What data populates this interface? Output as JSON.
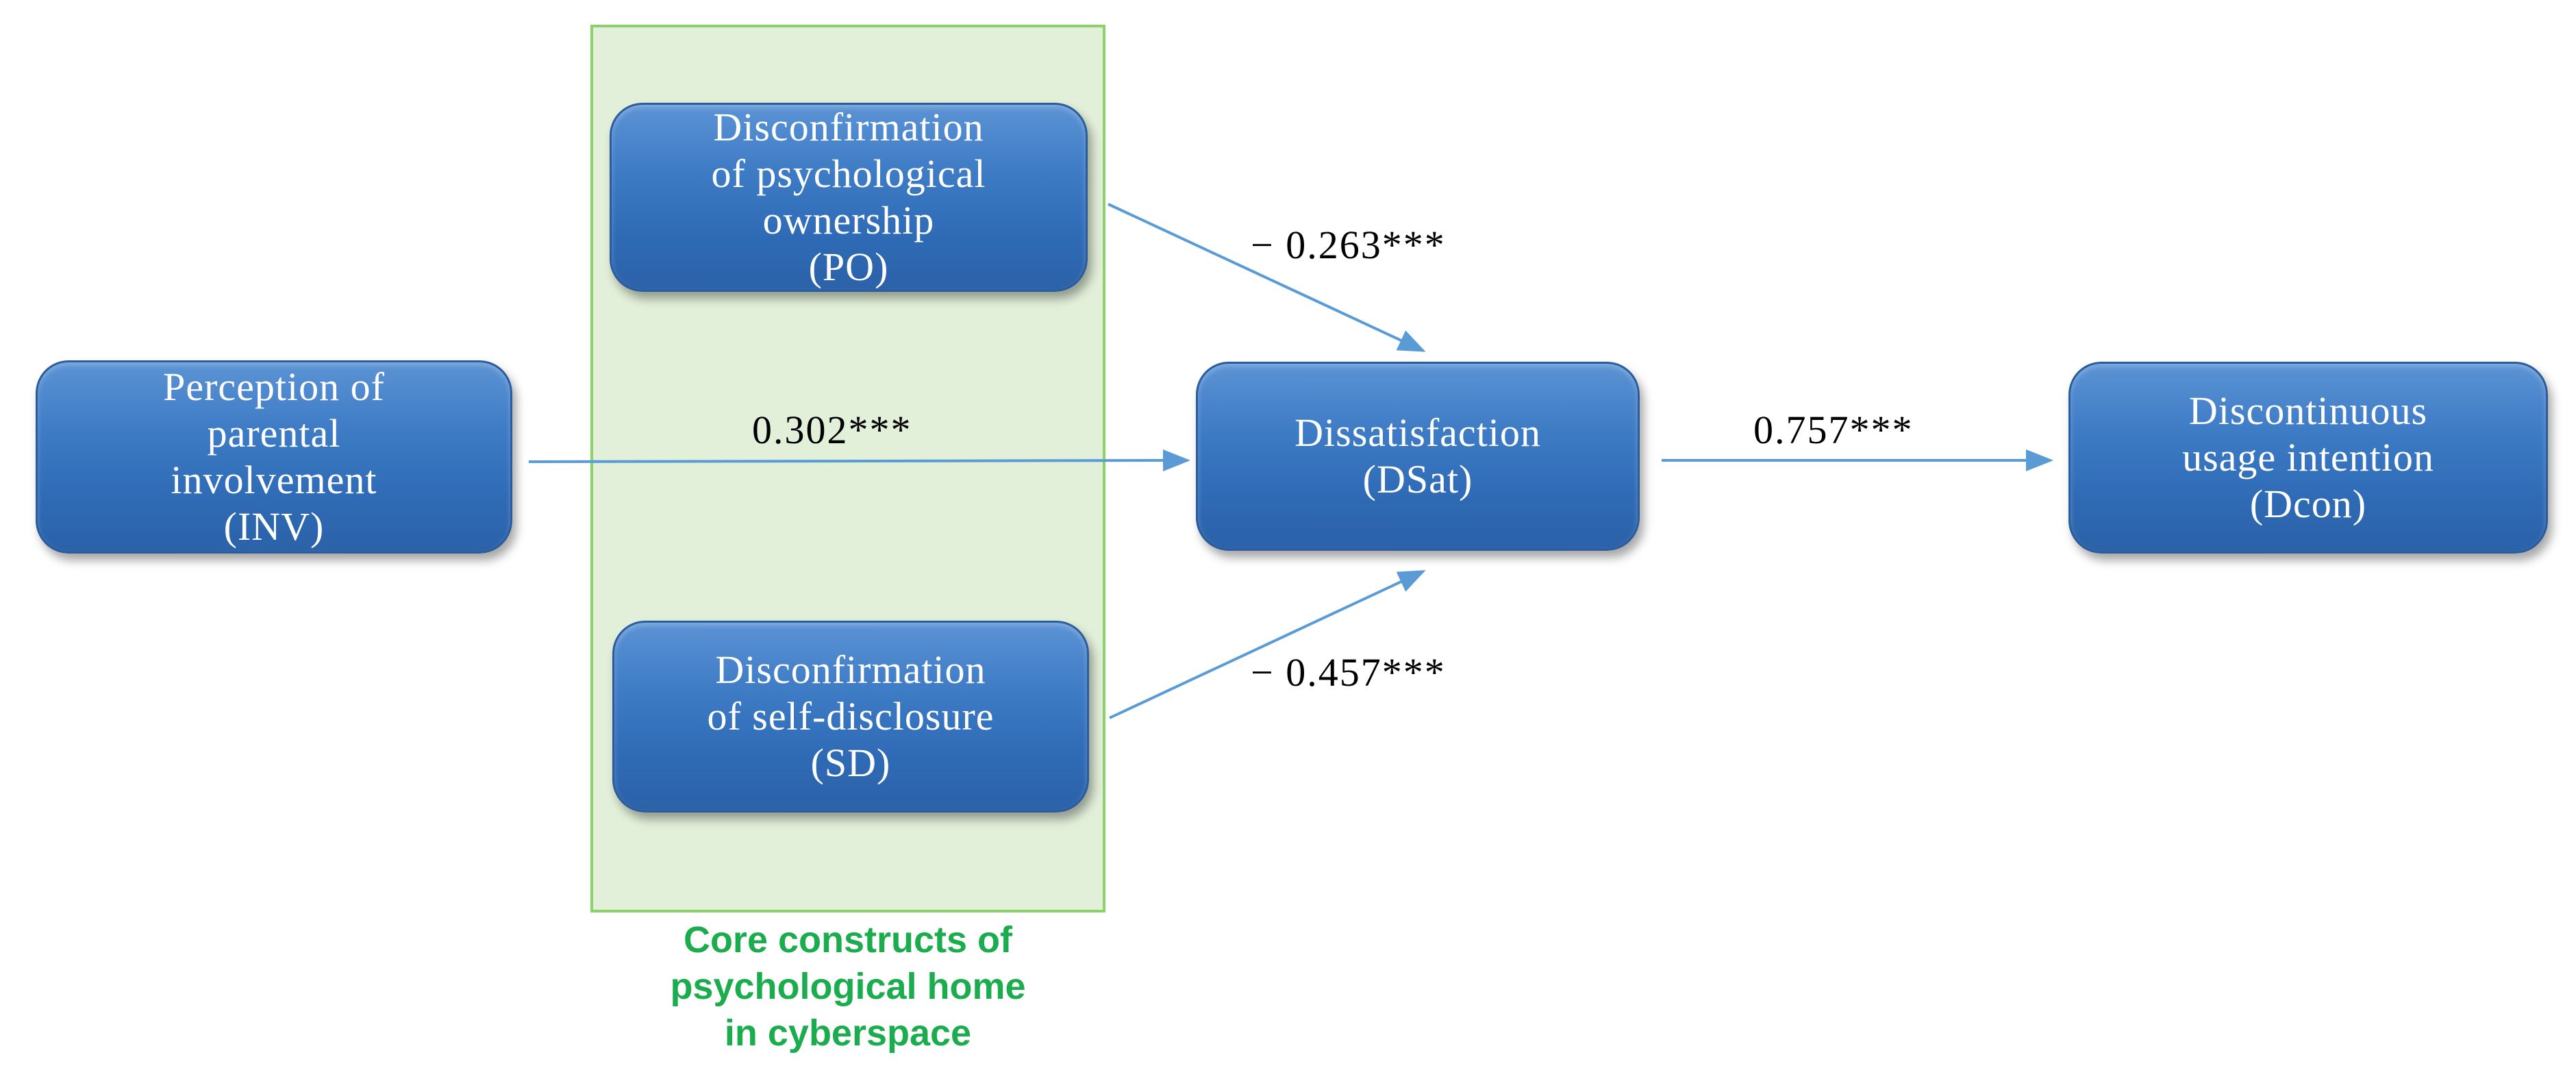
{
  "group": {
    "caption": "Core constructs of\npsychological home\nin cyberspace",
    "fill_color": "#e2efd9",
    "border_color": "#8cd16c",
    "caption_color": "#1aac4d"
  },
  "nodes": {
    "po": {
      "label": "Disconfirmation\nof psychological\nownership\n(PO)"
    },
    "inv": {
      "label": "Perception of\nparental\ninvolvement\n(INV)"
    },
    "sd": {
      "label": "Disconfirmation\nof self-disclosure\n(SD)"
    },
    "dsat": {
      "label": "Dissatisfaction\n(DSat)"
    },
    "dcon": {
      "label": "Discontinuous\nusage intention\n(Dcon)"
    }
  },
  "paths": {
    "po_to_dsat": "− 0.263***",
    "inv_to_dsat": "0.302***",
    "sd_to_dsat": "− 0.457***",
    "dsat_to_dcon": "0.757***"
  },
  "colors": {
    "node_fill": "#3a75c0",
    "arrow": "#5b9bd5"
  }
}
